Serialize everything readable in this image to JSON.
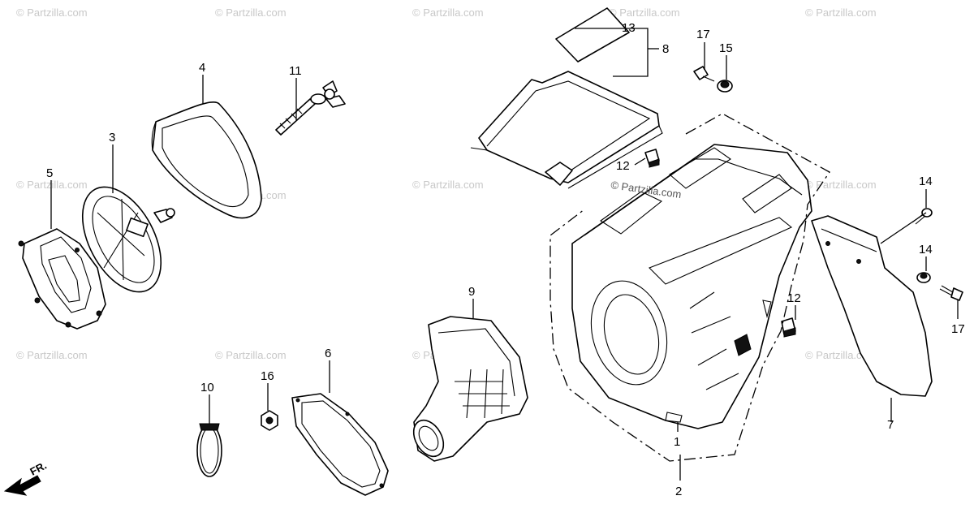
{
  "watermark": "© Partzilla.com",
  "direction_label": "FR.",
  "callouts": [
    {
      "id": "c1",
      "label": "1"
    },
    {
      "id": "c2",
      "label": "2"
    },
    {
      "id": "c3",
      "label": "3"
    },
    {
      "id": "c4",
      "label": "4"
    },
    {
      "id": "c5",
      "label": "5"
    },
    {
      "id": "c6",
      "label": "6"
    },
    {
      "id": "c7",
      "label": "7"
    },
    {
      "id": "c8",
      "label": "8"
    },
    {
      "id": "c9",
      "label": "9"
    },
    {
      "id": "c10",
      "label": "10"
    },
    {
      "id": "c11",
      "label": "11"
    },
    {
      "id": "c12a",
      "label": "12"
    },
    {
      "id": "c12b",
      "label": "12"
    },
    {
      "id": "c13",
      "label": "13"
    },
    {
      "id": "c14a",
      "label": "14"
    },
    {
      "id": "c14b",
      "label": "14"
    },
    {
      "id": "c15",
      "label": "15"
    },
    {
      "id": "c16",
      "label": "16"
    },
    {
      "id": "c17a",
      "label": "17"
    },
    {
      "id": "c17b",
      "label": "17"
    }
  ]
}
